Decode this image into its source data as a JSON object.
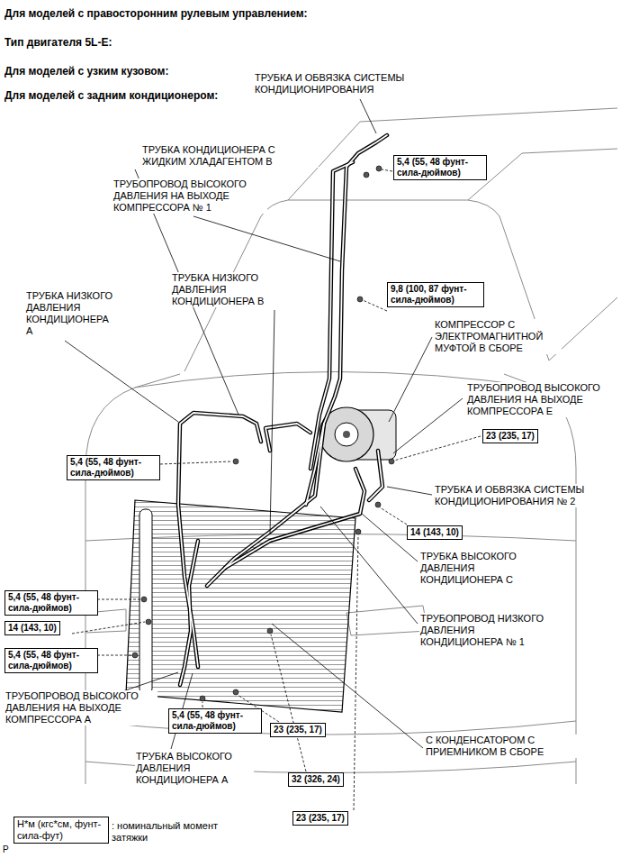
{
  "diagram": {
    "title": "Для моделей с правосторонним рулевым управлением:",
    "nodes": [
      {
        "text": [
          "5,4 (55, 48 фунт-сила-дюймов)"
        ]
      },
      {
        "text": [
          "9,8 (100, 87 фунт-сила-дюймов)"
        ]
      },
      {
        "text": [
          "5,4 (55, 48 фунт-сила-дюймов)"
        ]
      },
      {
        "text": [
          "23 (235, 17)"
        ]
      },
      {
        "text": [
          "14 (143, 10)"
        ]
      },
      {
        "text": [
          "5,4 (55, 48 фунт-сила-дюймов)"
        ]
      },
      {
        "text": [
          "14 (143, 10)"
        ]
      },
      {
        "text": [
          "5,4 (55, 48 фунт-сила-дюймов)"
        ]
      },
      {
        "text": [
          "5,4 (55, 48 фунт-сила-дюймов)"
        ]
      },
      {
        "text": [
          "23 (235, 17)"
        ]
      },
      {
        "text": [
          "32 (326, 24)"
        ]
      },
      {
        "text": [
          "23 (235, 17)"
        ]
      },
      {
        "text": [
          "Н*м (кгс*см, фунт-сила-фут)"
        ]
      }
    ],
    "labels": [
      "Тип двигателя 5L-E:",
      "Для моделей с узким кузовом:",
      "Для моделей с задним кондиционером:",
      "ТРУБКА И ОБВЯЗКА СИСТЕМЫ КОНДИЦИОНИРОВАНИЯ",
      "ТРУБКА КОНДИЦИОНЕРА С ЖИДКИМ ХЛАДАГЕНТОМ В",
      "ТРУБОПРОВОД ВЫСОКОГО ДАВЛЕНИЯ НА ВЫХОДЕ КОМПРЕССОРА № 1",
      "ТРУБКА НИЗКОГО ДАВЛЕНИЯ КОНДИЦИОНЕРА В",
      "ТРУБКА НИЗКОГО ДАВЛЕНИЯ КОНДИЦИОНЕРА А",
      "КОМПРЕССОР С ЭЛЕКТРОМАГНИТНОЙ МУФТОЙ В СБОРЕ",
      "ТРУБОПРОВОД ВЫСОКОГО ДАВЛЕНИЯ НА ВЫХОДЕ КОМПРЕССОРА Е",
      "ТРУБКА И ОБВЯЗКА СИСТЕМЫ КОНДИЦИОНИРОВАНИЯ № 2",
      "ТРУБКА ВЫСОКОГО ДАВЛЕНИЯ КОНДИЦИОНЕРА С",
      "ТРУБОПРОВОД НИЗКОГО ДАВЛЕНИЯ КОНДИЦИОНЕРА № 1",
      "ТРУБОПРОВОД ВЫСОКОГО ДАВЛЕНИЯ НА ВЫХОДЕ КОМПРЕССОРА А",
      "ТРУБКА ВЫСОКОГО ДАВЛЕНИЯ КОНДИЦИОНЕРА А",
      "С КОНДЕНСАТОРОМ С ПРИЕМНИКОМ В СБОРЕ",
      ": номинальный момент затяжки",
      "P"
    ]
  }
}
